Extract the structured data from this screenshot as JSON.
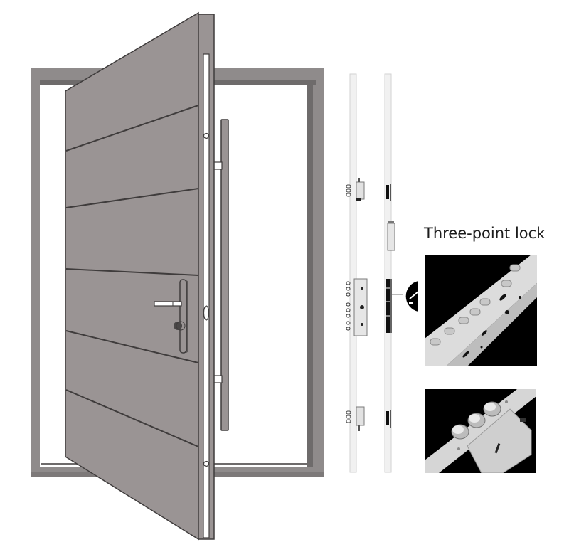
{
  "illustration": {
    "subject": "pivot door with multi-point lock",
    "colors": {
      "background": "#ffffff",
      "frame": "#8f8b8b",
      "frame_shadow": "#6e6b6b",
      "door_panel": "#9a9494",
      "outline": "#3f3c3c",
      "lock_strip": "#f1f1f1",
      "photo_background": "#000000",
      "metal": "#d9d9d9"
    }
  },
  "lock_detail": {
    "caption": "Three-point lock",
    "photos": [
      {
        "name": "multi-bolt-closeup"
      },
      {
        "name": "three-bolt-closeup"
      }
    ]
  }
}
